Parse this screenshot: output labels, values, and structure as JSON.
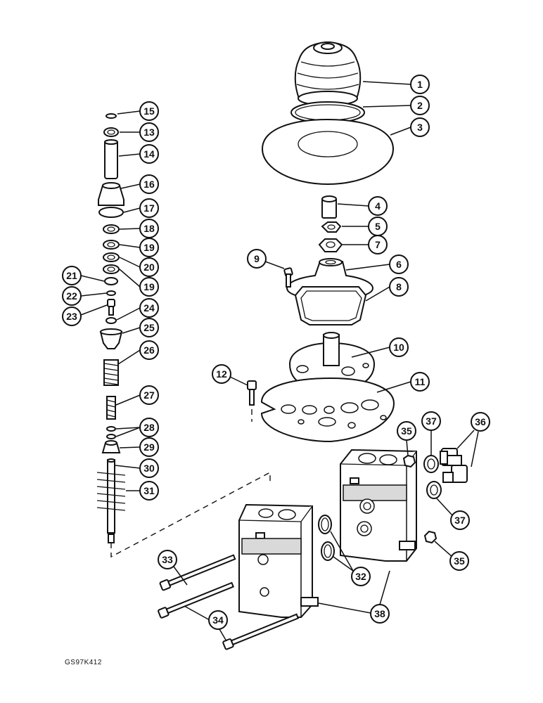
{
  "reference_code": "GS97K412",
  "callouts": [
    "1",
    "2",
    "3",
    "4",
    "5",
    "6",
    "7",
    "8",
    "9",
    "10",
    "11",
    "12",
    "13",
    "14",
    "15",
    "16",
    "17",
    "18",
    "19",
    "19",
    "20",
    "21",
    "22",
    "23",
    "24",
    "25",
    "26",
    "27",
    "28",
    "29",
    "30",
    "31",
    "32",
    "33",
    "34",
    "35",
    "35",
    "36",
    "37",
    "37",
    "38"
  ]
}
